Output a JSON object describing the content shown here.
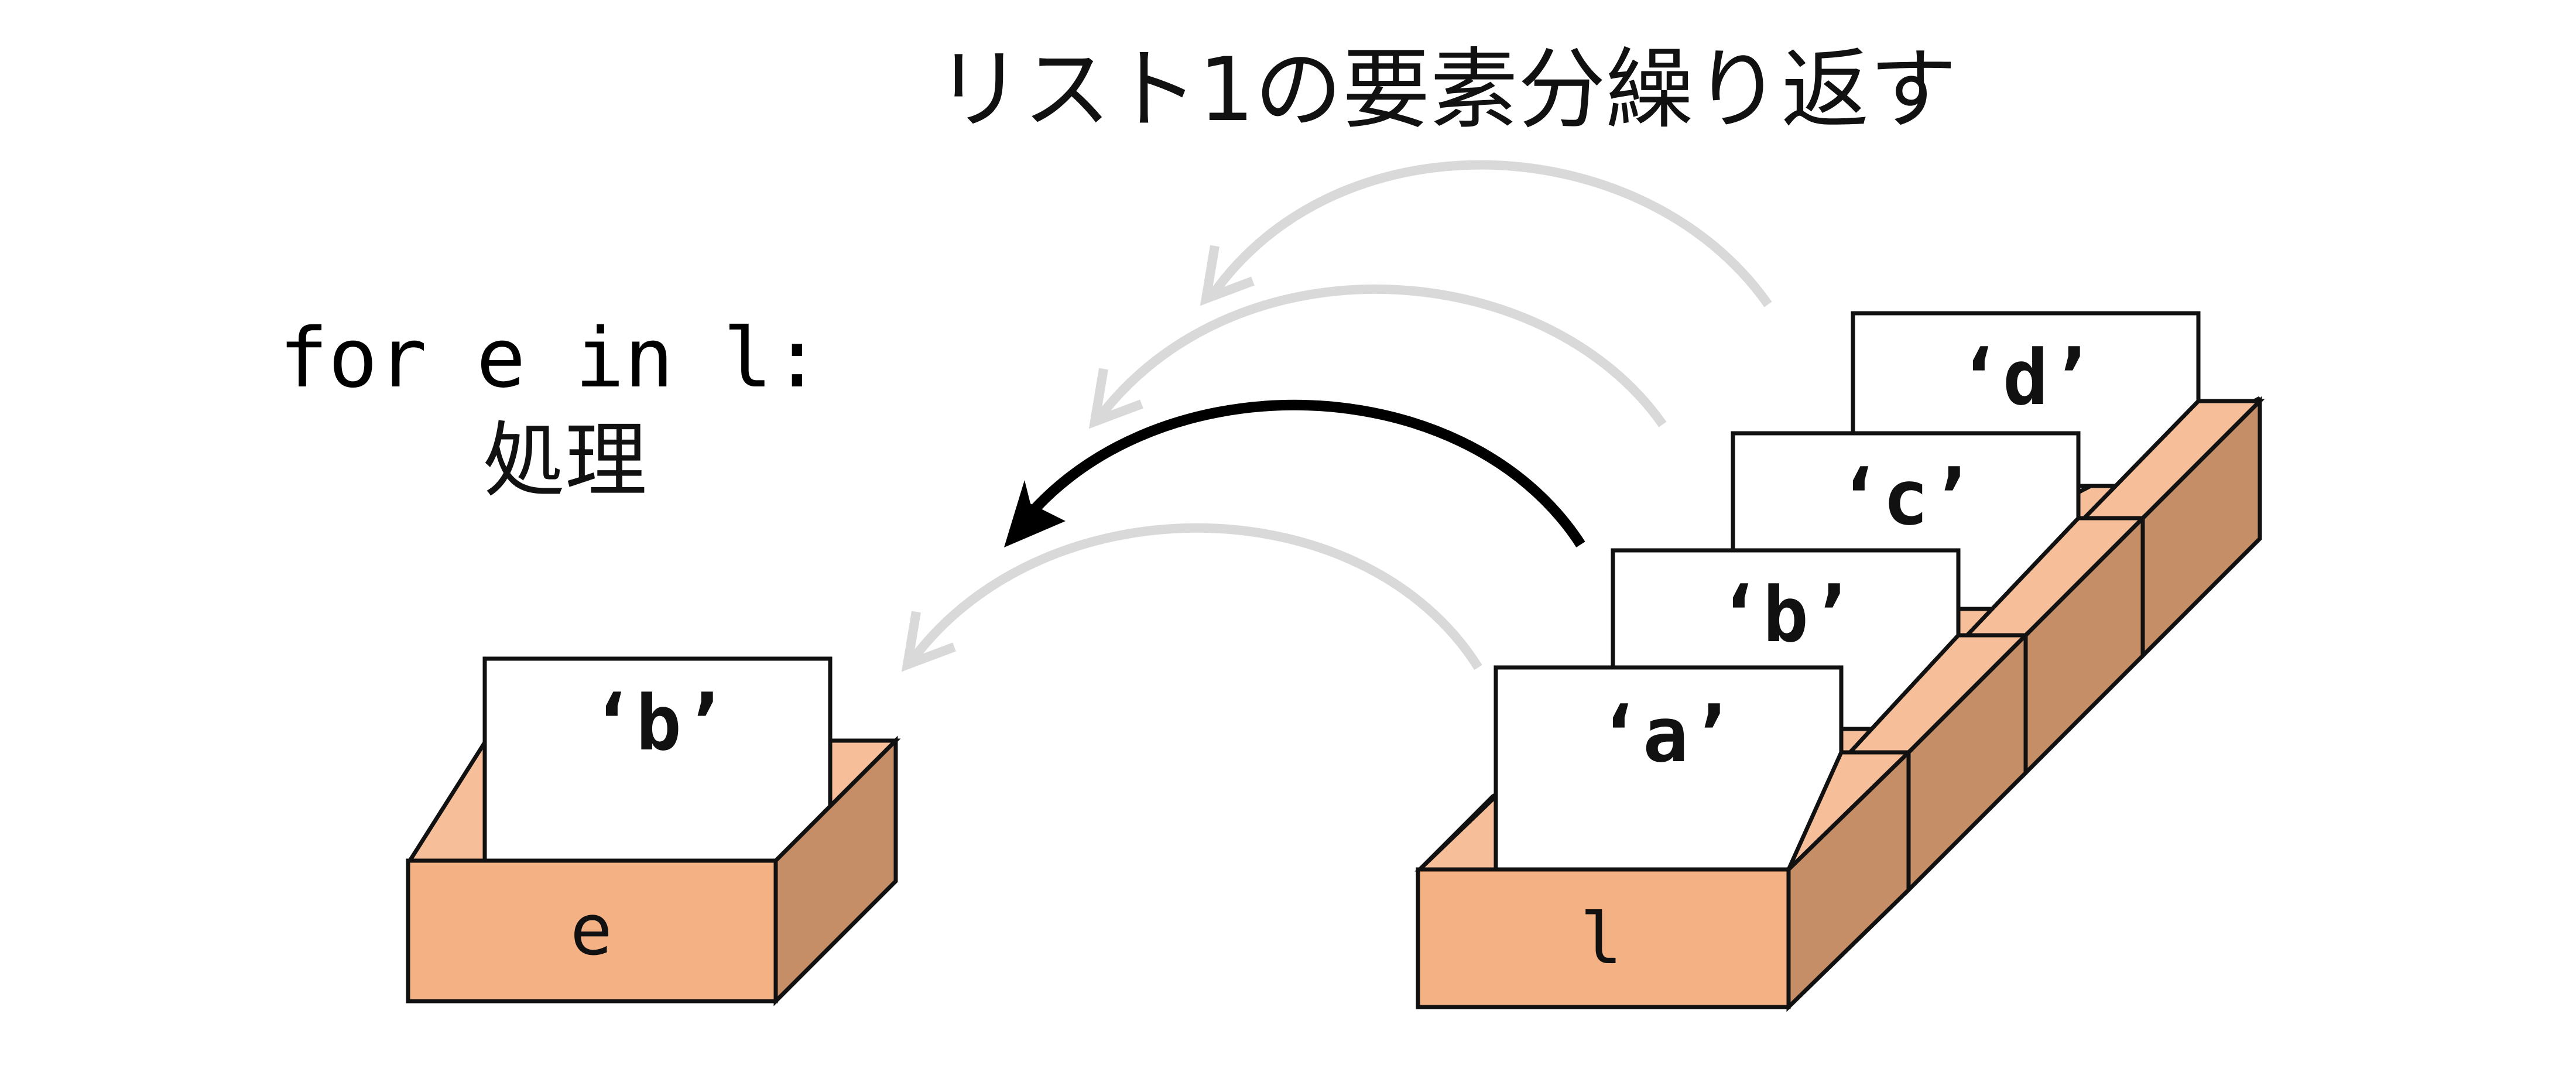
{
  "title": "リスト1の要素分繰り返す",
  "code": {
    "line1": "for e in l:",
    "line2": "処理"
  },
  "variable_box": {
    "label": "e",
    "card": "‘b’"
  },
  "list_box": {
    "label": "l",
    "cards": [
      "‘a’",
      "‘b’",
      "‘c’",
      "‘d’"
    ]
  },
  "colors": {
    "box_front": "#f4b183",
    "box_side": "#c58e66",
    "box_top": "#f6bf9a",
    "arrow_active": "#000000",
    "arrow_faded": "#d9d9d9"
  }
}
